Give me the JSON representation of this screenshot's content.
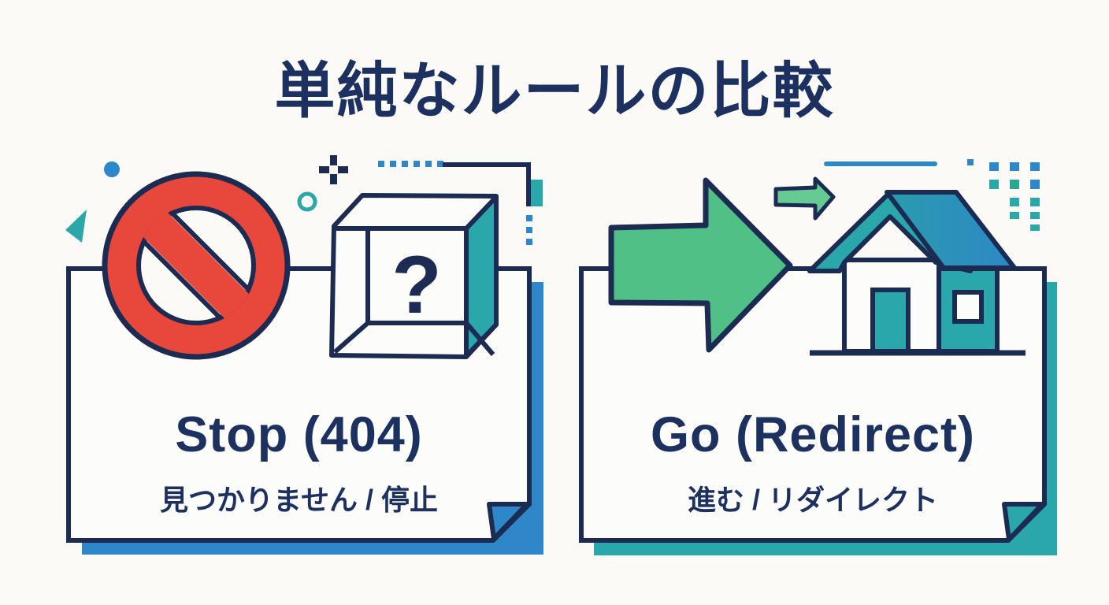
{
  "title": "単純なルールの比較",
  "cards": {
    "stop": {
      "title": "Stop (404)",
      "subtitle": "見つかりません / 停止",
      "icons": [
        "no-entry-icon",
        "question-cube-icon"
      ],
      "shadow_color": "#2d87c8"
    },
    "go": {
      "title": "Go (Redirect)",
      "subtitle": "進む / リダイレクト",
      "icons": [
        "arrow-right-icon",
        "home-icon"
      ],
      "shadow_color": "#2ba8a4"
    }
  },
  "cube_question_mark": "?",
  "colors": {
    "navy": "#1b2b52",
    "text": "#1d3160",
    "red": "#e8473c",
    "teal": "#2aa7a9",
    "blue": "#2d87c8",
    "green": "#50c086",
    "green-light": "#65cb92",
    "bg": "#fbfaf6",
    "card": "#fcfcfa"
  }
}
